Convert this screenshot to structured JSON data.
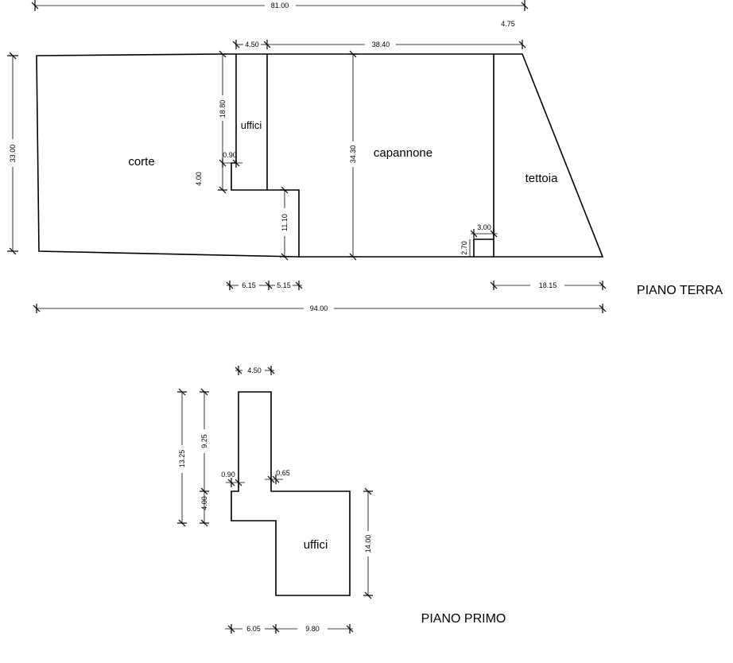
{
  "ground_floor": {
    "title": "PIANO TERRA",
    "rooms": {
      "corte": "corte",
      "uffici": "uffici",
      "capannone": "capannone",
      "tettoia": "tettoia"
    },
    "dimensions": {
      "top_total": "81.00",
      "slant_offset": "4.75",
      "office_width": "4.50",
      "warehouse_width": "38.40",
      "office_height": "18.80",
      "court_height": "33.00",
      "step_width": "0.90",
      "step_height": "4.00",
      "warehouse_height": "34.30",
      "lower_height": "11.10",
      "bay_width": "3.00",
      "bay_height": "2.70",
      "bottom_left": "6.15",
      "bottom_mid": "5.15",
      "bottom_right": "18.15",
      "bottom_total": "94.00"
    }
  },
  "first_floor": {
    "title": "PIANO PRIMO",
    "room": "uffici",
    "dimensions": {
      "top_width": "4.50",
      "total_height": "13.25",
      "upper_height": "9.25",
      "left_step": "0.90",
      "right_step": "0.65",
      "step_height": "4.00",
      "right_height": "14.00",
      "bottom_left": "6.05",
      "bottom_right": "9.80"
    }
  }
}
